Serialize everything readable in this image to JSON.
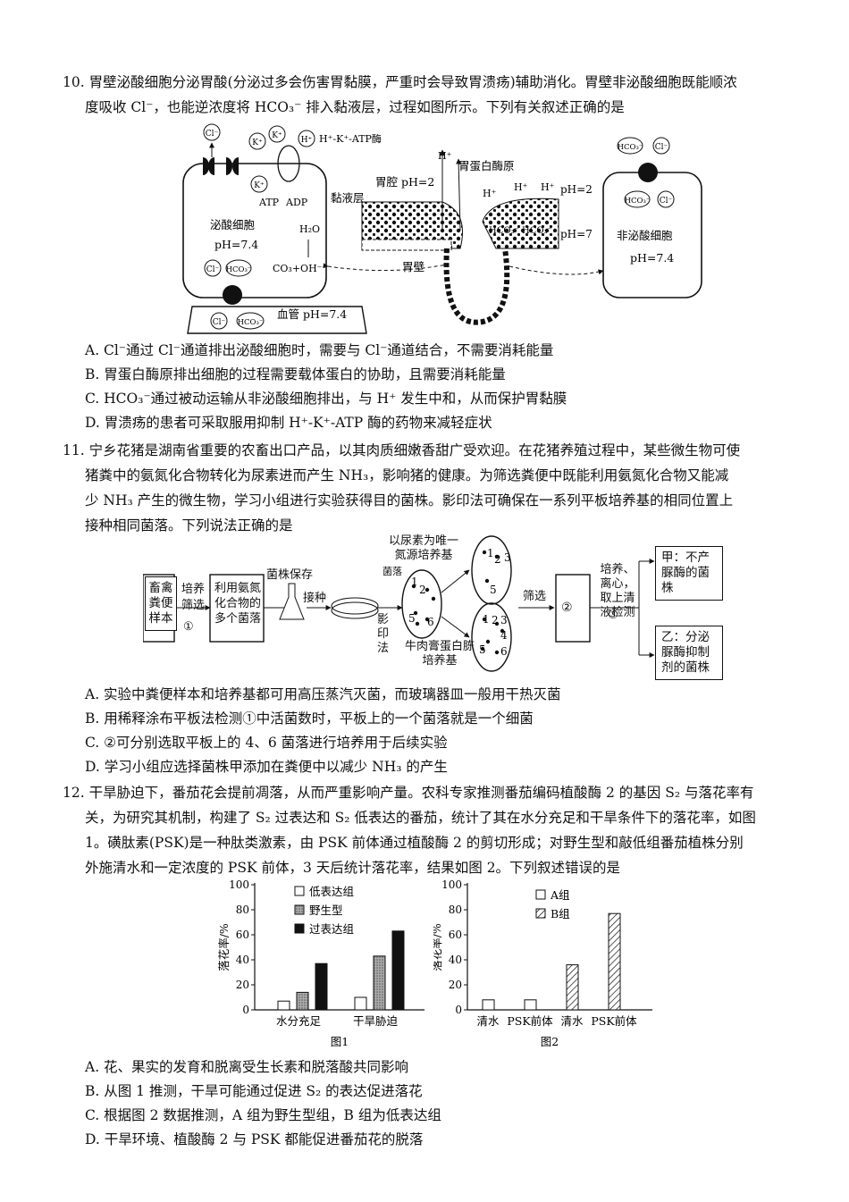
{
  "q10": {
    "line1": "10. 胃壁泌酸细胞分泌胃酸(分泌过多会伤害胃黏膜，严重时会导致胃溃疡)辅助消化。胃壁非泌酸细胞既能顺浓",
    "line2": "度吸收 Cl⁻，也能逆浓度将 HCO₃⁻ 排入黏液层，过程如图所示。下列有关叙述正确的是",
    "figure": {
      "cl": "Cl⁻",
      "k": "K⁺",
      "h": "H⁺",
      "enzyme": "H⁺-K⁺-ATP酶",
      "atp": "ATP",
      "adp": "ADP",
      "h2o": "H₂O",
      "co3": "CO₃+OH⁻",
      "hco3": "HCO₃⁻",
      "acid_cell": "泌酸细胞",
      "acid_ph": "pH=7.4",
      "vessel": "血管 pH=7.4",
      "lumen": "胃腔 pH=2",
      "pepsinogen": "胃蛋白酶原",
      "mucus": "黏液层",
      "wall": "胃壁",
      "ph2": "pH=2",
      "ph7": "pH=7",
      "hco3_pair": "HCO₃⁻ HCO₃⁻",
      "nonacid_cell": "非泌酸细胞",
      "nonacid_ph": "pH=7.4"
    },
    "options": [
      "A. Cl⁻通过 Cl⁻通道排出泌酸细胞时，需要与 Cl⁻通道结合，不需要消耗能量",
      "B. 胃蛋白酶原排出细胞的过程需要载体蛋白的协助，且需要消耗能量",
      "C. HCO₃⁻通过被动运输从非泌酸细胞排出，与 H⁺ 发生中和，从而保护胃黏膜",
      "D. 胃溃疡的患者可采取服用抑制 H⁺-K⁺-ATP 酶的药物来减轻症状"
    ]
  },
  "q11": {
    "line1": "11. 宁乡花猪是湖南省重要的农畜出口产品，以其肉质细嫩香甜广受欢迎。在花猪养殖过程中，某些微生物可使",
    "line2": "猪粪中的氨氮化合物转化为尿素进而产生 NH₃，影响猪的健康。为筛选粪便中既能利用氨氮化合物又能减",
    "line3": "少 NH₃ 产生的微生物，学习小组进行实验获得目的菌株。影印法可确保在一系列平板培养基的相同位置上",
    "line4": "接种相同菌落。下列说法正确的是",
    "figure": {
      "sample": "畜禽粪便样本",
      "culture": "培养",
      "screen": "筛选",
      "c1": "①",
      "colonies": "利用氨氮化合物的多个菌落",
      "storage": "菌株保存",
      "inoculate": "接种",
      "replica": "影印法",
      "urea_medium": "以尿素为唯一氮源培养基",
      "colony_label": "菌落",
      "beef_medium": "牛肉膏蛋白胨培养基",
      "filter": "筛选",
      "c2": "②",
      "step3": "培养、离心，取上清液检测",
      "c3": "③",
      "jia": "甲：不产脲酶的菌株",
      "yi": "乙：分泌脲酶抑制剂的菌株",
      "n1": "1",
      "n2": "2",
      "n3": "3",
      "n4": "4",
      "n5": "5",
      "n6": "6"
    },
    "options": [
      "A. 实验中粪便样本和培养基都可用高压蒸汽灭菌，而玻璃器皿一般用干热灭菌",
      "B. 用稀释涂布平板法检测①中活菌数时，平板上的一个菌落就是一个细菌",
      "C. ②可分别选取平板上的 4、6 菌落进行培养用于后续实验",
      "D. 学习小组应选择菌株甲添加在粪便中以减少 NH₃ 的产生"
    ]
  },
  "q12": {
    "line1": "12. 干旱胁迫下，番茄花会提前凋落，从而严重影响产量。农科专家推测番茄编码植酸酶 2 的基因 S₂ 与落花率有",
    "line2": "关，为研究其机制，构建了 S₂ 过表达和 S₂ 低表达的番茄，统计了其在水分充足和干旱条件下的落花率，如图",
    "line3": "1。磺肽素(PSK)是一种肽类激素，由 PSK 前体通过植酸酶 2 的剪切形成；对野生型和敲低组番茄植株分别",
    "line4": "外施清水和一定浓度的 PSK 前体，3 天后统计落花率，结果如图 2。下列叙述错误的是",
    "options": [
      "A. 花、果实的发育和脱离受生长素和脱落酸共同影响",
      "B. 从图 1 推测，干旱可能通过促进 S₂ 的表达促进落花",
      "C. 根据图 2 数据推测，A 组为野生型组，B 组为低表达组",
      "D. 干旱环境、植酸酶 2 与 PSK 都能促进番茄花的脱落"
    ]
  },
  "chart_data": [
    {
      "type": "bar",
      "title": "图1",
      "ylabel": "落花率/%",
      "ylim": [
        0,
        100
      ],
      "yticks": [
        "0",
        "20",
        "40",
        "60",
        "80",
        "100"
      ],
      "categories": [
        "水分充足",
        "干旱胁迫"
      ],
      "series": [
        {
          "name": "低表达组",
          "values": [
            7,
            10
          ]
        },
        {
          "name": "野生型",
          "values": [
            14,
            43
          ]
        },
        {
          "name": "过表达组",
          "values": [
            37,
            63
          ]
        }
      ],
      "legend": "top-right"
    },
    {
      "type": "bar",
      "title": "图2",
      "ylabel": "落花率/%",
      "ylim": [
        0,
        100
      ],
      "yticks": [
        "0",
        "20",
        "40",
        "60",
        "80",
        "100"
      ],
      "categories": [
        "清水",
        "PSK前体",
        "清水",
        "PSK前体"
      ],
      "series": [
        {
          "name": "A组",
          "values": [
            8,
            8,
            null,
            null
          ]
        },
        {
          "name": "B组",
          "values": [
            null,
            null,
            36,
            77
          ]
        }
      ],
      "legend": "top-right"
    }
  ]
}
